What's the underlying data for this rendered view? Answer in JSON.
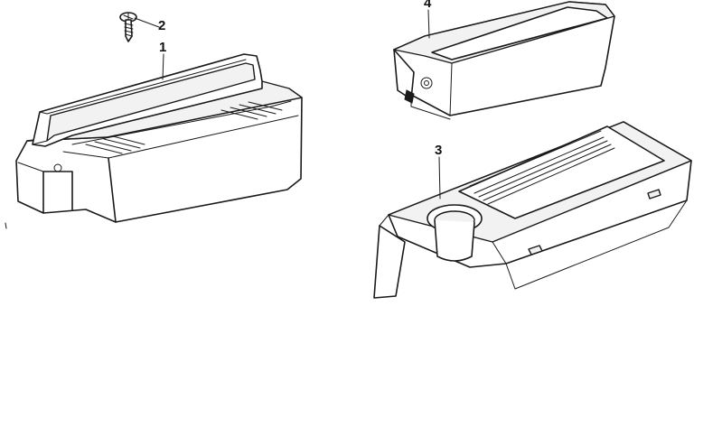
{
  "diagram": {
    "colors": {
      "line": "#1a1a1a",
      "background": "#ffffff",
      "shade": "#f2f2f2"
    },
    "parts": [
      {
        "id": "part-1",
        "callout": "1",
        "kind": "tray-with-lid"
      },
      {
        "id": "part-2",
        "callout": "2",
        "kind": "screw"
      },
      {
        "id": "part-3",
        "callout": "3",
        "kind": "console-with-cup-holder"
      },
      {
        "id": "part-4",
        "callout": "4",
        "kind": "small-bin"
      }
    ]
  }
}
